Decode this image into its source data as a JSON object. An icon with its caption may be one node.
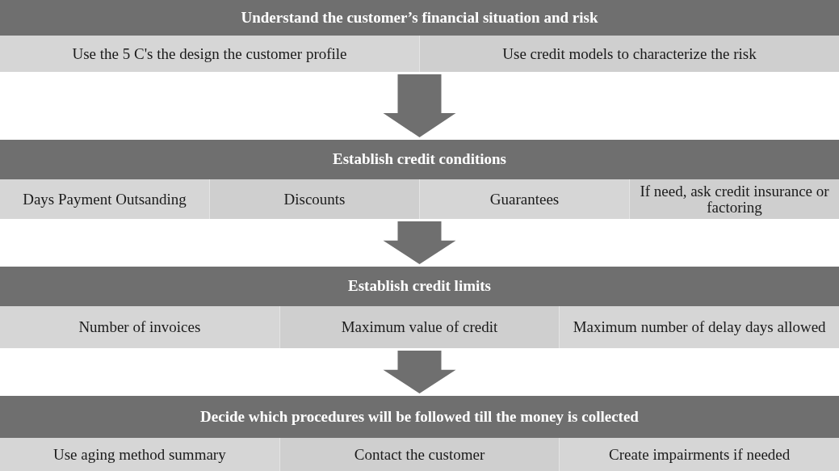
{
  "diagram": {
    "nodes": [
      {
        "text": [
          "Understand the customer’s financial situation and risk"
        ]
      },
      {
        "text": [
          "Use the 5 C's the design the customer profile"
        ],
        "in": 0
      },
      {
        "text": [
          "Use credit models to characterize the risk"
        ],
        "in": 0
      },
      {
        "text": [
          "Establish credit conditions"
        ]
      },
      {
        "text": [
          "Days Payment Outsanding"
        ],
        "in": 3
      },
      {
        "text": [
          "Discounts"
        ],
        "in": 3
      },
      {
        "text": [
          "Guarantees"
        ],
        "in": 3
      },
      {
        "text": [
          "If need, ask credit insurance or factoring"
        ],
        "in": 3
      },
      {
        "text": [
          "Establish credit limits"
        ]
      },
      {
        "text": [
          "Number of invoices"
        ],
        "in": 8
      },
      {
        "text": [
          "Maximum value of credit"
        ],
        "in": 8
      },
      {
        "text": [
          "Maximum number of delay days allowed"
        ],
        "in": 8
      },
      {
        "text": [
          "Decide which procedures will be followed till the money is collected"
        ]
      },
      {
        "text": [
          "Use aging method summary"
        ],
        "in": 12
      },
      {
        "text": [
          "Contact the customer"
        ],
        "in": 12
      },
      {
        "text": [
          "Create impairments if needed"
        ],
        "in": 12
      }
    ],
    "edges": [
      {
        "from": 0,
        "to": 3,
        "arrow": "to",
        "style": "thick"
      },
      {
        "from": 3,
        "to": 8,
        "arrow": "to",
        "style": "thick"
      },
      {
        "from": 8,
        "to": 12,
        "arrow": "to",
        "style": "thick"
      }
    ]
  }
}
